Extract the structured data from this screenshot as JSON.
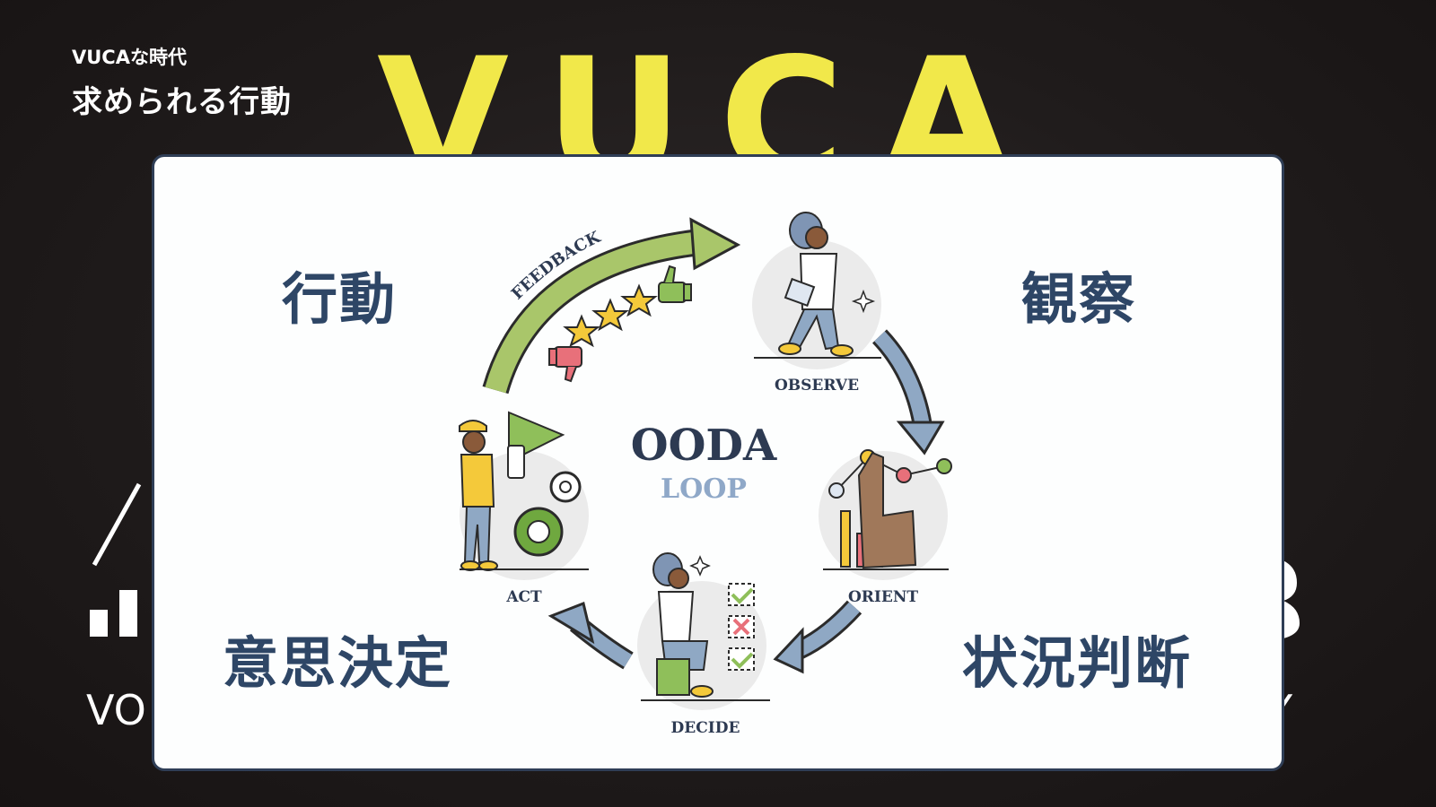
{
  "slide": {
    "subtitle": "VUCAな時代",
    "title": "求められる行動"
  },
  "background": {
    "big_word": "VUCA",
    "big_word_color": "#f1e84a",
    "peek_left": "VO",
    "peek_right": "Y"
  },
  "panel": {
    "labels": {
      "act_jp": "行動",
      "observe_jp": "観察",
      "decide_jp": "意思決定",
      "orient_jp": "状況判断"
    },
    "diagram": {
      "center_title": "OODA",
      "center_subtitle": "LOOP",
      "feedback": "FEEDBACK",
      "steps": {
        "observe": "OBSERVE",
        "orient": "ORIENT",
        "decide": "DECIDE",
        "act": "ACT"
      }
    },
    "colors": {
      "jp_text": "#2e4666",
      "loop_text": "#2d3a52",
      "loop_sub": "#8fa8c8",
      "arrow_blue": "#8fa8c4",
      "feedback_green": "#a9c66a"
    }
  }
}
